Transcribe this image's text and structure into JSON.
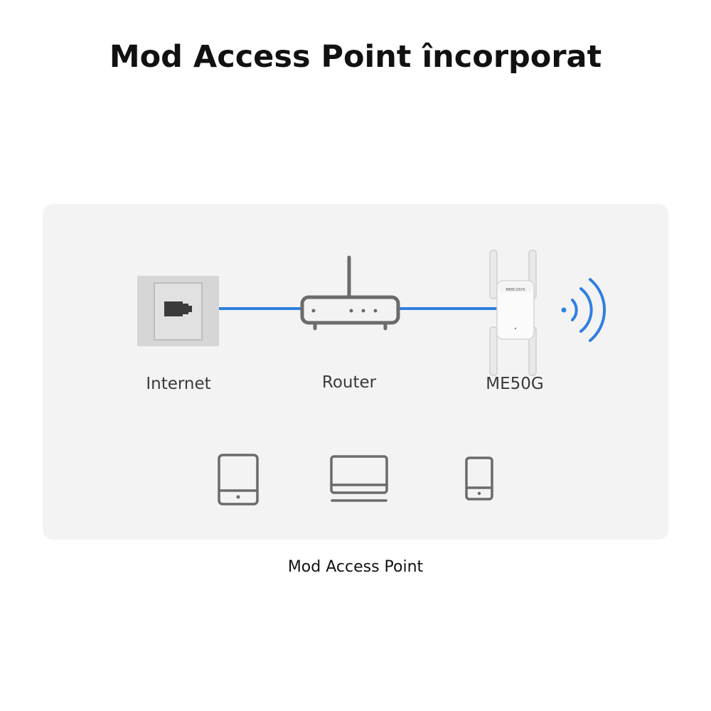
{
  "title": "Mod Access Point încorporat",
  "caption": "Mod Access Point",
  "nodes": [
    {
      "id": "internet",
      "label": "Internet",
      "icon": "ethernet-wall-socket-icon"
    },
    {
      "id": "router",
      "label": "Router",
      "icon": "router-icon"
    },
    {
      "id": "extender",
      "label": "ME50G",
      "icon": "range-extender-icon"
    }
  ],
  "edges": [
    {
      "from": "internet",
      "to": "router",
      "type": "ethernet-cable"
    },
    {
      "from": "router",
      "to": "extender",
      "type": "ethernet-cable"
    }
  ],
  "wireless_signal_icon": "wifi-signal-icon",
  "client_devices": [
    {
      "id": "tablet",
      "icon": "tablet-icon"
    },
    {
      "id": "laptop",
      "icon": "laptop-icon"
    },
    {
      "id": "phone",
      "icon": "smartphone-icon"
    }
  ],
  "device_brand_label": "MERCUSYS",
  "colors": {
    "cable": "#2f7fe0",
    "signal": "#2f7fe0",
    "icon_stroke": "#6b6b6b",
    "panel": "#f3f3f3"
  }
}
